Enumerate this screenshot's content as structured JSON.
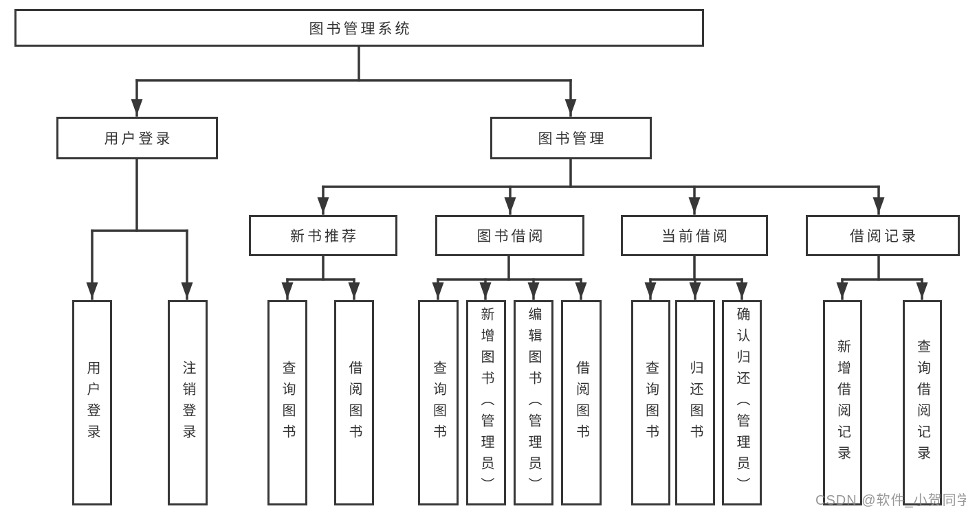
{
  "tree": {
    "label": "图书管理系统",
    "children": [
      {
        "label": "用户登录",
        "children": [
          {
            "label": "用户登录"
          },
          {
            "label": "注销登录"
          }
        ]
      },
      {
        "label": "图书管理",
        "children": [
          {
            "label": "新书推荐",
            "children": [
              {
                "label": "查询图书"
              },
              {
                "label": "借阅图书"
              }
            ]
          },
          {
            "label": "图书借阅",
            "children": [
              {
                "label": "查询图书"
              },
              {
                "label": "新增图书（管理员）"
              },
              {
                "label": "编辑图书（管理员）"
              },
              {
                "label": "借阅图书"
              }
            ]
          },
          {
            "label": "当前借阅",
            "children": [
              {
                "label": "查询图书"
              },
              {
                "label": "归还图书"
              },
              {
                "label": "确认归还（管理员）"
              }
            ]
          },
          {
            "label": "借阅记录",
            "children": [
              {
                "label": "新增借阅记录"
              },
              {
                "label": "查询借阅记录"
              }
            ]
          }
        ]
      }
    ]
  },
  "watermark": {
    "text": "CSDN @软件_小贺同学"
  },
  "colors": {
    "line": "#373737",
    "box_border": "#373737",
    "text": "#333333",
    "background": "#ffffff",
    "watermark": "#868686"
  }
}
